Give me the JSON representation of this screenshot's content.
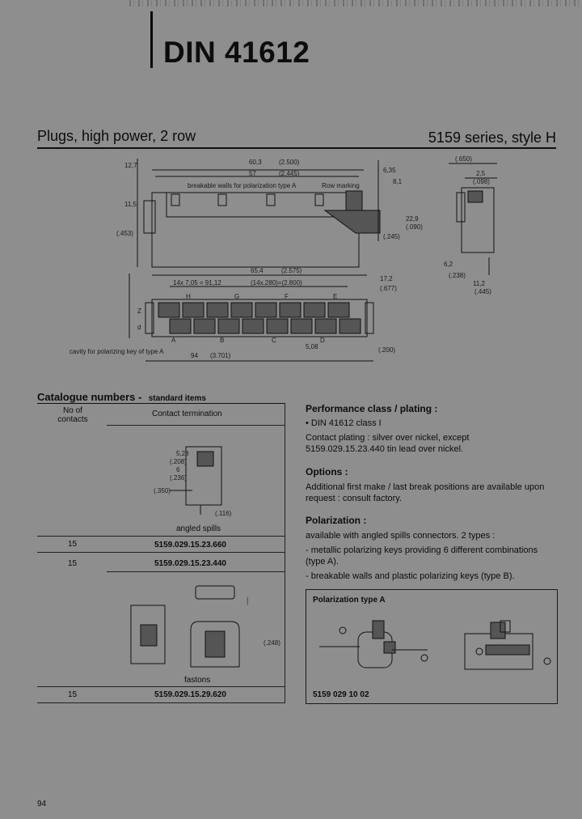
{
  "title": "DIN 41612",
  "header": {
    "left": "Plugs, high power, 2 row",
    "right": "5159 series, style H"
  },
  "drawing_main": {
    "top_dims": [
      "60,3",
      "(2.500)",
      "57",
      "(2.445)"
    ],
    "note_breakable": "breakable walls for polarization type A",
    "note_row": "Row marking",
    "left_dims": [
      "12,7",
      "11,5",
      "(.453)"
    ],
    "right_dims": [
      "6,35",
      "8,1",
      "(.245)",
      "22,9",
      "(.090)"
    ],
    "bottom_dims": [
      "65,4",
      "(2.575)",
      "14x 7,05 = 91,12",
      "(14x.280)=(2.800)",
      "17,2",
      "(.677)"
    ],
    "row_letters_top": [
      "H",
      "G",
      "F",
      "E"
    ],
    "row_letters_bottom": [
      "A",
      "B",
      "C",
      "D"
    ],
    "side_labels": [
      "Z",
      "d"
    ],
    "bottom_note": "cavity for polarizing key of type A",
    "bottom_width": "94",
    "bottom_width_in": "(3.701)",
    "bottom_right_dims": [
      "5,08",
      "(.200)"
    ]
  },
  "drawing_side": {
    "dims": [
      "(.650)",
      "2,5",
      "(.098)",
      "6,2",
      "(.238)",
      "11,2",
      "(.445)"
    ]
  },
  "catalogue": {
    "heading": "Catalogue numbers -",
    "heading_sub": "standard items",
    "col1": "No of contacts",
    "col2": "Contact termination",
    "fig1_label": "angled spills",
    "fig1_dims": [
      "5,28",
      "(.208)",
      "6",
      "(.236)",
      "(.350)",
      "(.116)"
    ],
    "rows": [
      {
        "contacts": "15",
        "part": "5159.029.15.23.660"
      },
      {
        "contacts": "15",
        "part": "5159.029.15.23.440"
      },
      {
        "contacts": "15",
        "part": "5159.029.15.29.620"
      }
    ],
    "fig3_label": "fastons",
    "fig3_dim": "(.248)"
  },
  "right_col": {
    "perf_h": "Performance class / plating :",
    "perf_items": [
      "• DIN 41612 class I",
      "Contact plating : silver over nickel, except",
      "5159.029.15.23.440 tin lead over nickel."
    ],
    "opt_h": "Options :",
    "opt_text": "Additional first make / last break positions are available upon request : consult factory.",
    "pol_h": "Polarization :",
    "pol_text": "available with angled spills connectors. 2 types :",
    "pol_items": [
      "- metallic polarizing keys providing 6 different combinations (type A).",
      "- breakable walls and plastic polarizing keys (type B)."
    ],
    "box_title": "Polarization type A",
    "box_part": "5159 029 10 02"
  },
  "page_number": "94"
}
